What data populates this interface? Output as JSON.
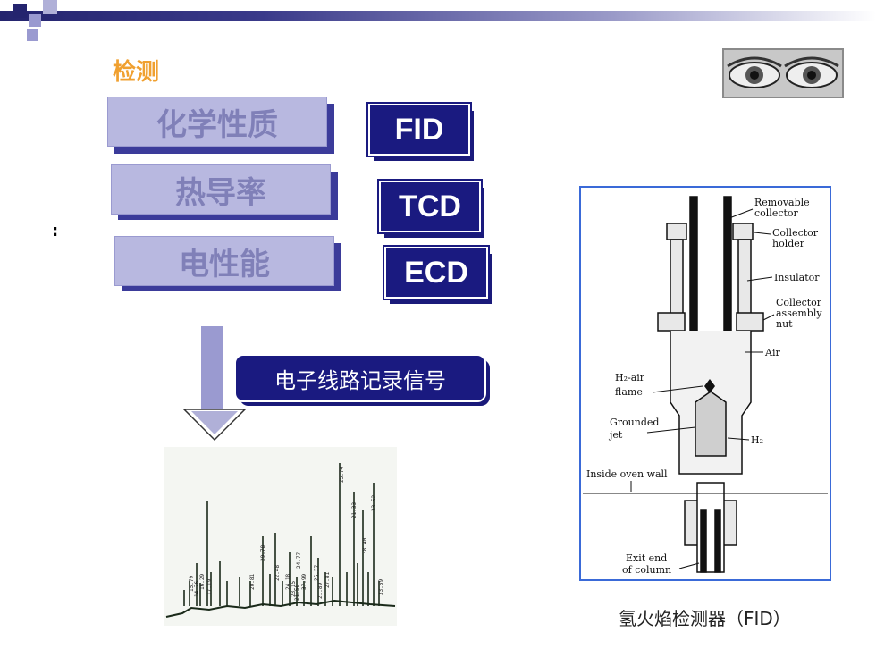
{
  "slide": {
    "title": "检测",
    "bullet": ":",
    "properties": [
      {
        "label": "化学性质"
      },
      {
        "label": "热导率"
      },
      {
        "label": "电性能"
      }
    ],
    "detectors": [
      {
        "label": "FID"
      },
      {
        "label": "TCD"
      },
      {
        "label": "ECD"
      }
    ],
    "signal_label": "电子线路记录信号",
    "diagram_caption": "氢火焰检测器（FID）",
    "eyes_icon": "eyes-icon"
  },
  "chromatogram": {
    "peak_labels": [
      "25.74",
      "21.33",
      "33.52",
      "38.40",
      "29.78",
      "22.48",
      "24.77",
      "20.81",
      "16.29",
      "17.19",
      "15.79",
      "14.76",
      "25.37",
      "37.99",
      "33.59",
      "27.81",
      "21.89",
      "21.58",
      "24.18",
      "23.15"
    ]
  },
  "fid_diagram": {
    "labels": {
      "removable_collector": [
        "Removable",
        "collector"
      ],
      "collector_holder": [
        "Collector",
        "holder"
      ],
      "insulator": "Insulator",
      "collector_nut": [
        "Collector",
        "assembly",
        "nut"
      ],
      "air": "Air",
      "h2_air_flame": [
        "H₂-air",
        "flame"
      ],
      "grounded_jet": [
        "Grounded",
        "jet"
      ],
      "h2": "H₂",
      "inside_oven_wall": "Inside oven wall",
      "exit_end": [
        "Exit end",
        "of column"
      ]
    }
  },
  "colors": {
    "title": "#f0a030",
    "accent_dark": "#1a1a80",
    "property_fill": "#b8b8e0",
    "diagram_border": "#3a6ad8"
  }
}
